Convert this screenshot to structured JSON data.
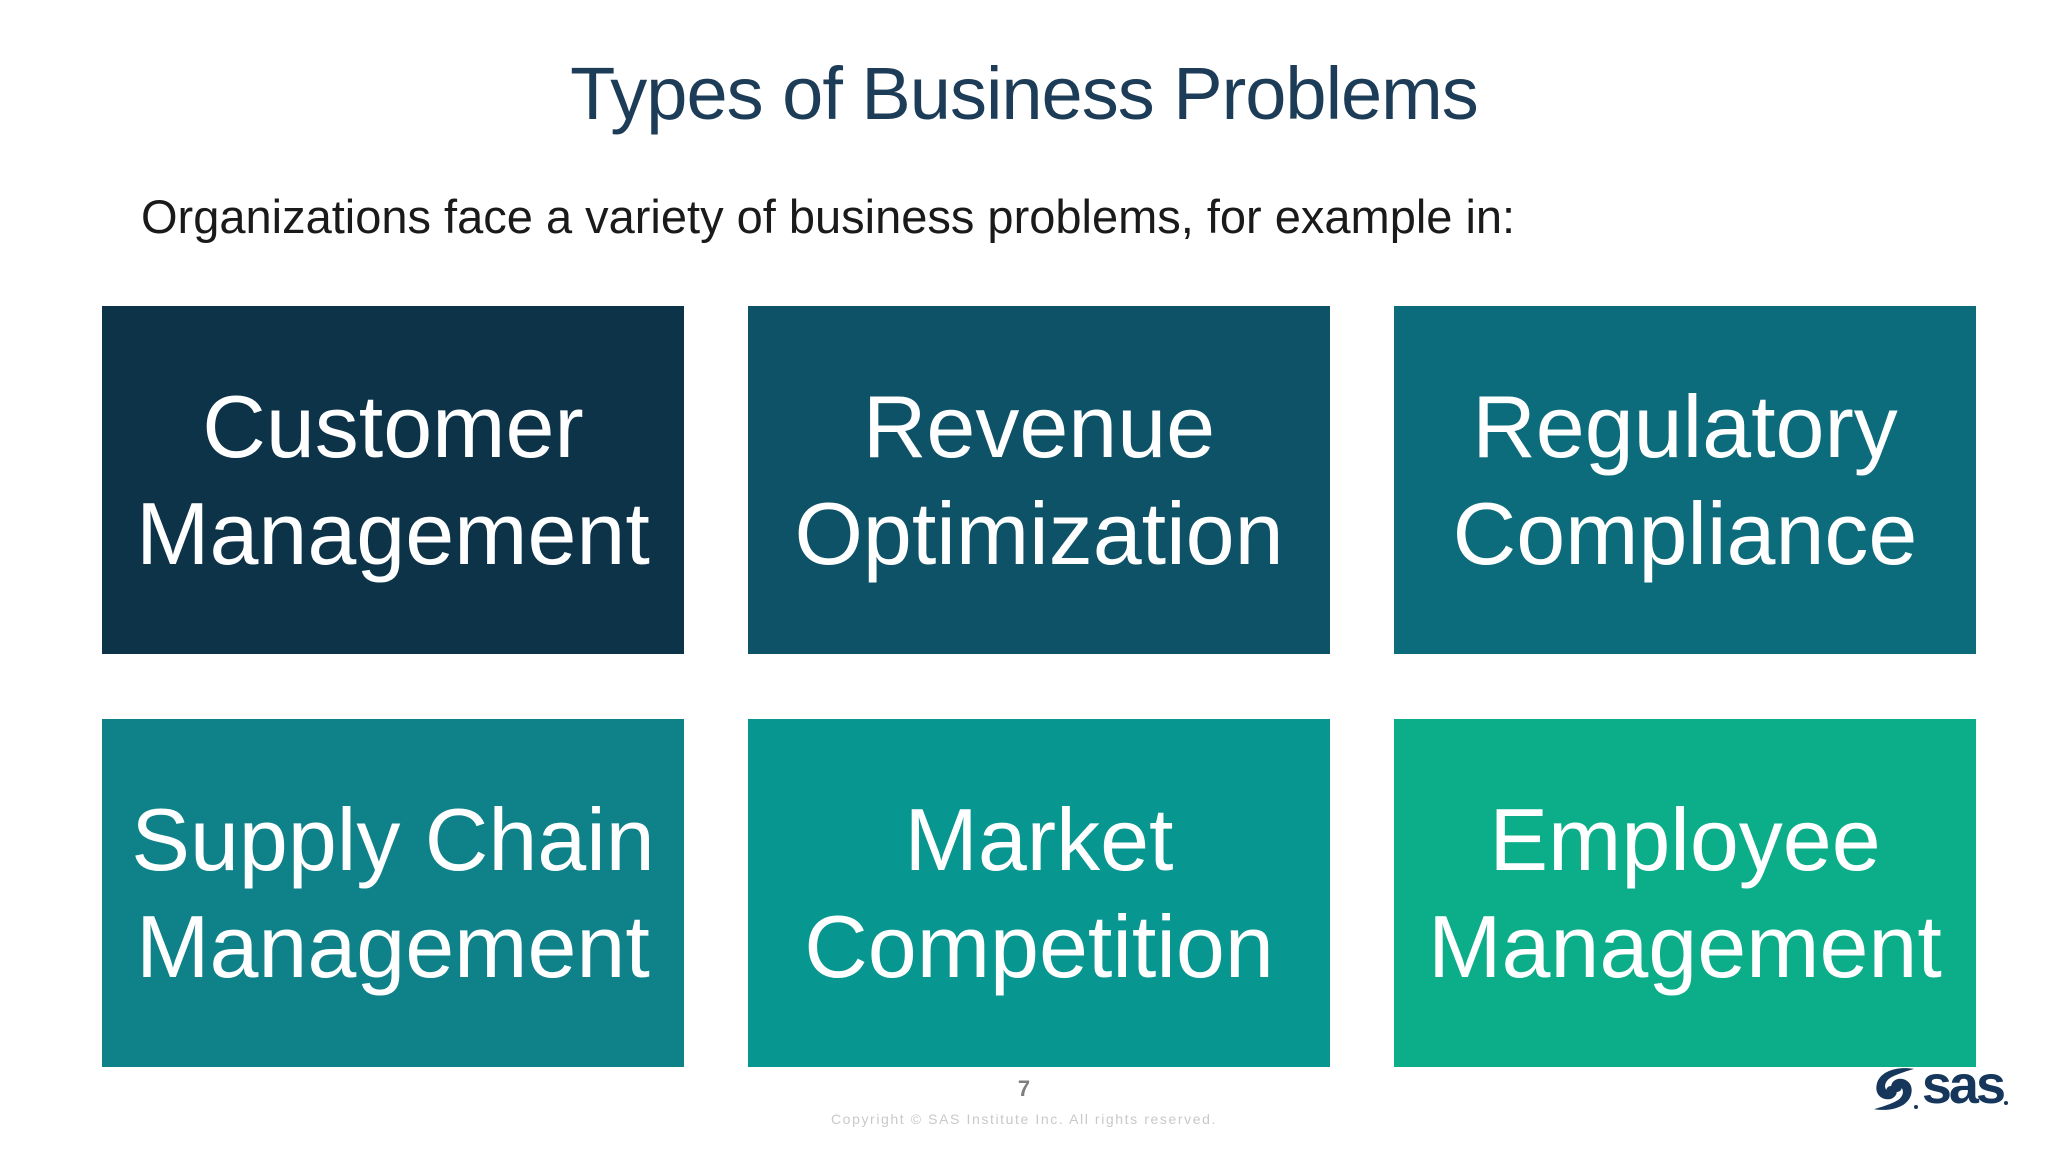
{
  "slide": {
    "title": "Types of Business Problems",
    "subtitle": "Organizations face a variety of business problems, for example in:",
    "title_color": "#1D3C57",
    "subtitle_color": "#1A1A1A",
    "box_text_color": "#FFFFFF",
    "boxes": [
      {
        "name": "customer-management",
        "lines": [
          "Customer",
          "Management"
        ],
        "color": "#0D3349"
      },
      {
        "name": "revenue-optimization",
        "lines": [
          "Revenue",
          "Optimization"
        ],
        "color": "#0E5267"
      },
      {
        "name": "regulatory-compliance",
        "lines": [
          "Regulatory",
          "Compliance"
        ],
        "color": "#0D6C7B"
      },
      {
        "name": "supply-chain-management",
        "lines": [
          "Supply Chain",
          "Management"
        ],
        "color": "#0F8289"
      },
      {
        "name": "market-competition",
        "lines": [
          "Market",
          "Competition"
        ],
        "color": "#089690"
      },
      {
        "name": "employee-management",
        "lines": [
          "Employee",
          "Management"
        ],
        "color": "#0CAE8A"
      }
    ],
    "footer": {
      "page_number": "7",
      "page_number_color": "#7F7F7F",
      "copyright": "Copyright © SAS Institute Inc. All rights reserved.",
      "copyright_color": "#C9C9C9"
    },
    "logo": {
      "text": "sas",
      "color": "#16365C"
    }
  }
}
